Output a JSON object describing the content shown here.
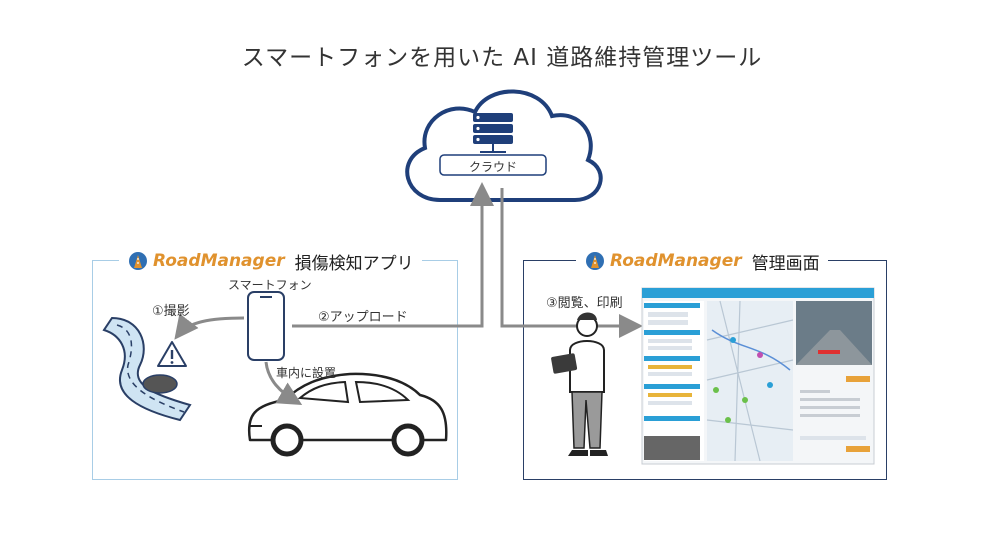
{
  "title": "スマートフォンを用いた AI 道路維持管理ツール",
  "cloud": {
    "label": "クラウド",
    "icon": "server-icon"
  },
  "left_panel": {
    "logo_text": "RoadManager",
    "title": "損傷検知アプリ",
    "smartphone_label": "スマートフォン",
    "shoot_label": "①撮影",
    "install_label": "車内に設置",
    "upload_label": "②アップロード"
  },
  "right_panel": {
    "logo_text": "RoadManager",
    "title": "管理画面",
    "view_label": "③閲覧、印刷"
  },
  "colors": {
    "cloud_border": "#1f3f7a",
    "left_border": "#a8cde6",
    "right_border": "#2a3f66",
    "logo_orange": "#e0922e",
    "logo_blue": "#2f6fb3",
    "arrow_gray": "#8a8a8a"
  }
}
